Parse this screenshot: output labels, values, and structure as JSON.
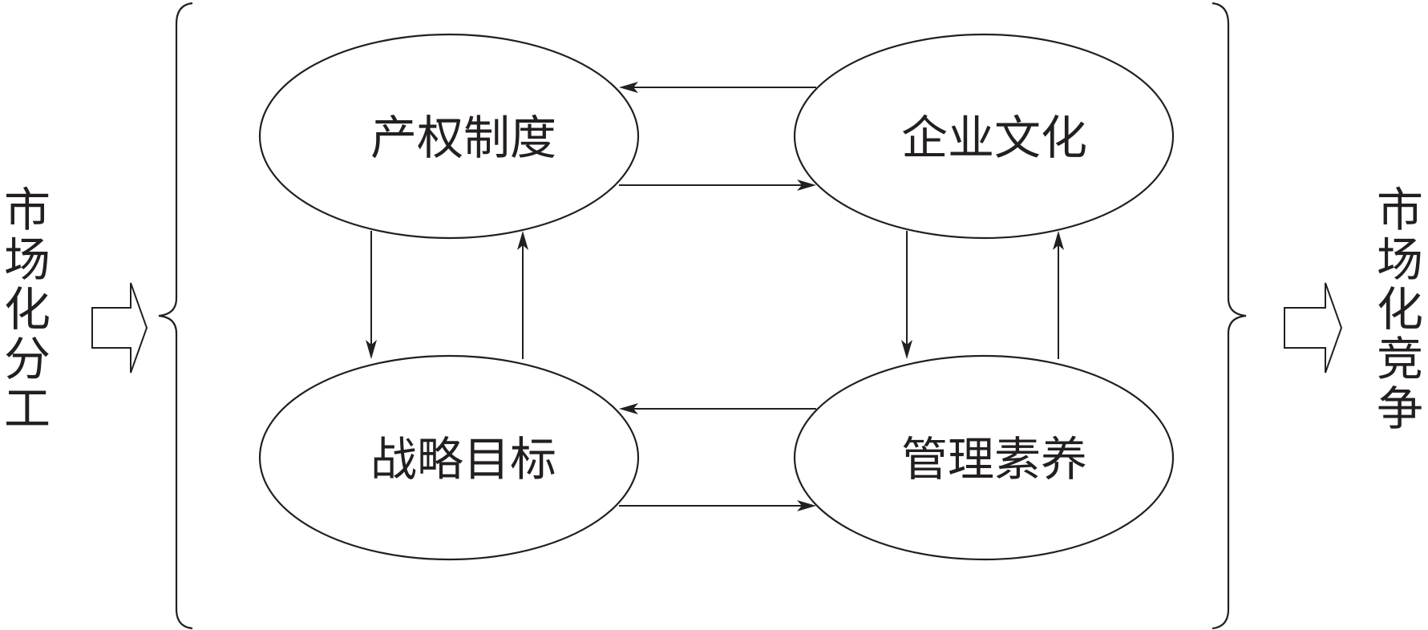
{
  "left_label": "市场化分工",
  "right_label": "市场化竞争",
  "nodes": {
    "property_rights": "产权制度",
    "corporate_culture": "企业文化",
    "strategic_goals": "战略目标",
    "management_quality": "管理素养"
  },
  "colors": {
    "stroke": "#231f20",
    "background": "#ffffff"
  }
}
